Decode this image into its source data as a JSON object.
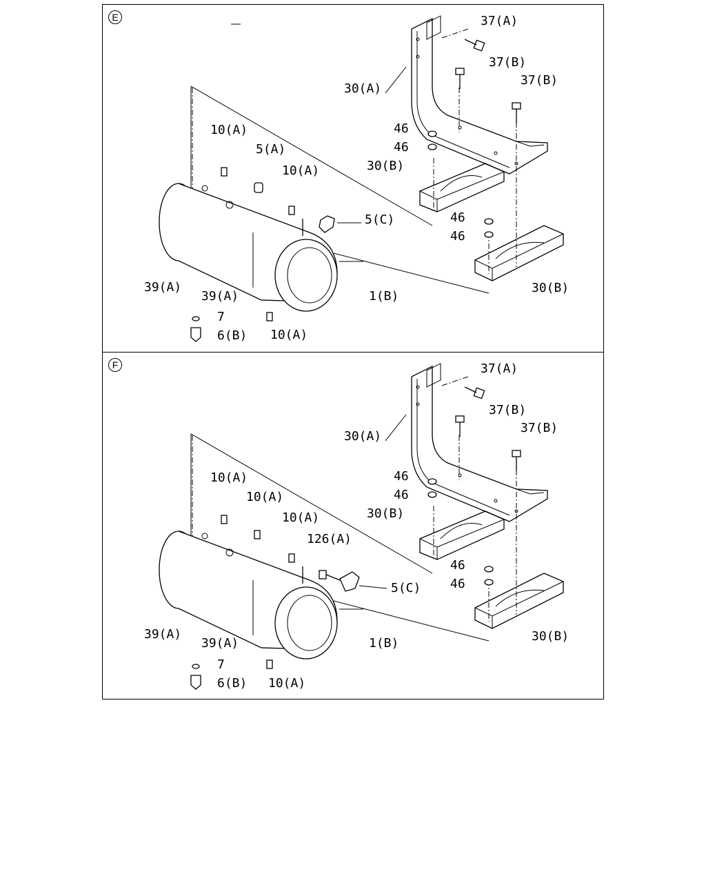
{
  "panels": [
    {
      "badge": "E",
      "labels": {
        "l37a": "37(A)",
        "l37b1": "37(B)",
        "l37b2": "37(B)",
        "l30a": "30(A)",
        "l46a": "46",
        "l46b": "46",
        "l30b1": "30(B)",
        "l10a1": "10(A)",
        "l5a": "5(A)",
        "l10a2": "10(A)",
        "l5c": "5(C)",
        "l46c": "46",
        "l46d": "46",
        "l39a1": "39(A)",
        "l39a2": "39(A)",
        "l1b": "1(B)",
        "l30b2": "30(B)",
        "l7": "7",
        "l6b": "6(B)",
        "l10a3": "10(A)"
      }
    },
    {
      "badge": "F",
      "labels": {
        "l37a": "37(A)",
        "l37b1": "37(B)",
        "l37b2": "37(B)",
        "l30a": "30(A)",
        "l46a": "46",
        "l46b": "46",
        "l30b1": "30(B)",
        "l10a1": "10(A)",
        "l10a4": "10(A)",
        "l10a2": "10(A)",
        "l126a": "126(A)",
        "l5c": "5(C)",
        "l46c": "46",
        "l46d": "46",
        "l39a1": "39(A)",
        "l39a2": "39(A)",
        "l1b": "1(B)",
        "l30b2": "30(B)",
        "l7": "7",
        "l6b": "6(B)",
        "l10a3": "10(A)"
      }
    }
  ]
}
